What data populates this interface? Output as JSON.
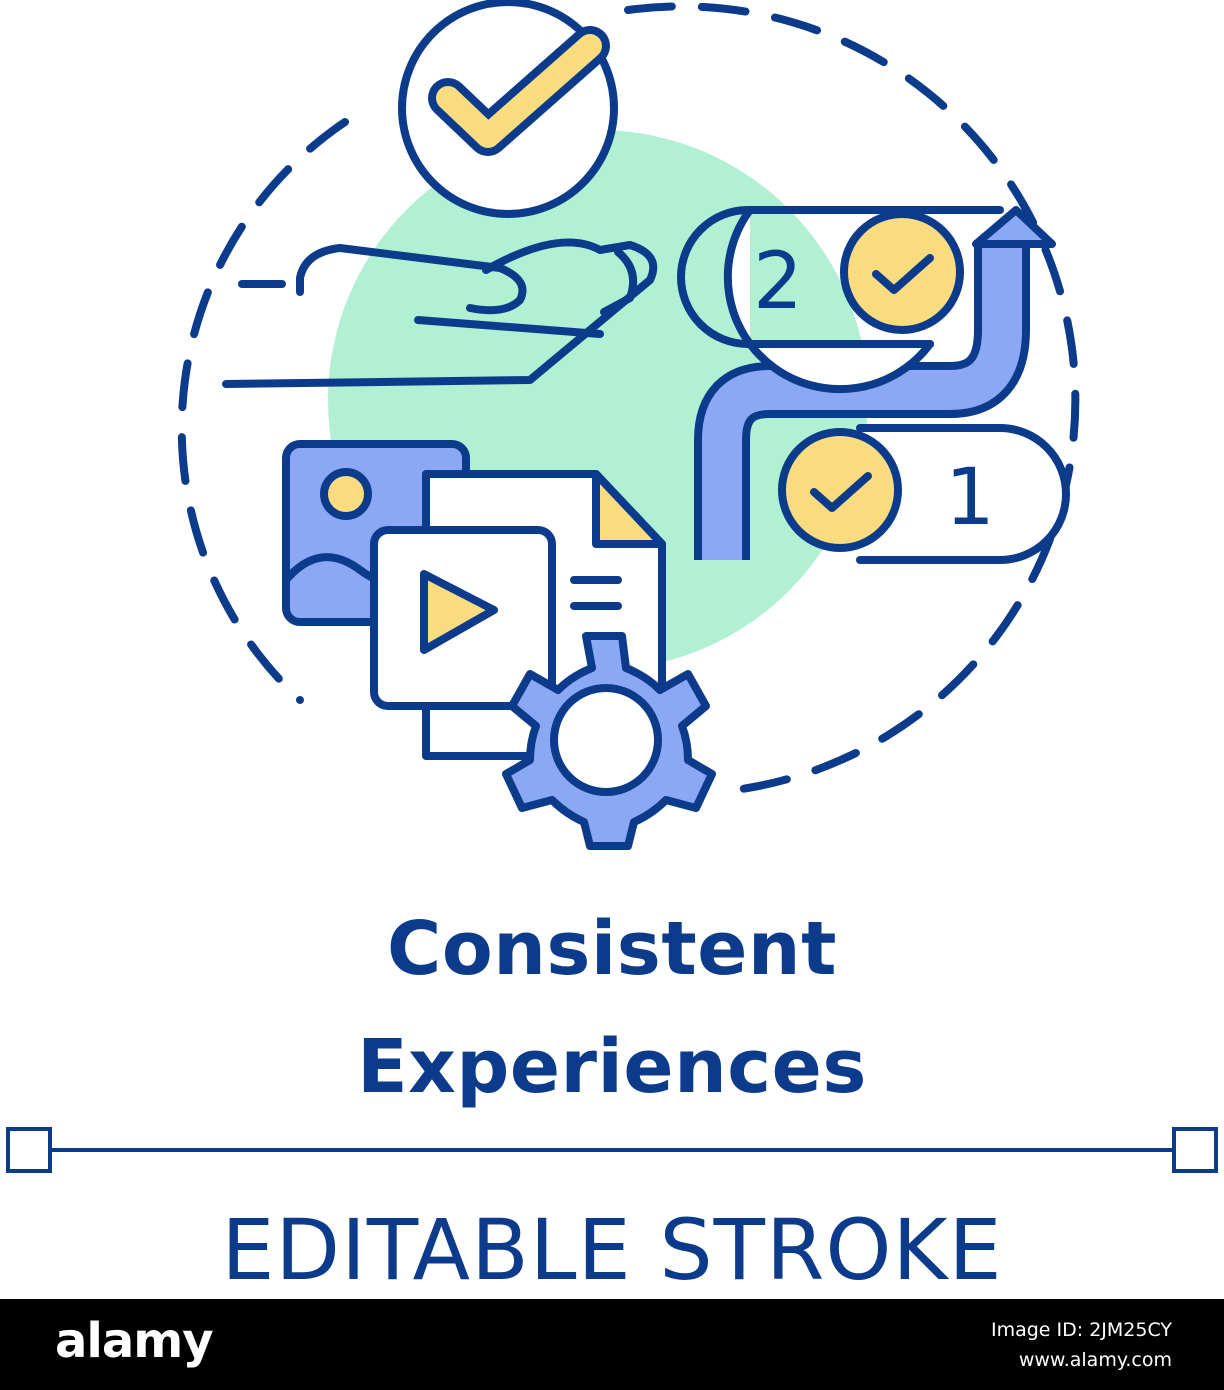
{
  "title": {
    "line1": "Consistent",
    "line2": "Experiences"
  },
  "stroke_label": "EDITABLE STROKE",
  "steps": {
    "step1": "1",
    "step2": "2"
  },
  "footer": {
    "brand": "alamy",
    "image_id": "Image ID: 2JM25CY",
    "url": "www.alamy.com"
  },
  "colors": {
    "outline": "#0d3b8c",
    "accent_yellow": "#f8dc7f",
    "accent_blue": "#8ba8f5",
    "accent_green": "#b2f0d4"
  },
  "icons": [
    "checkmark-circle-icon",
    "open-hand-icon",
    "image-file-icon",
    "document-icon",
    "video-file-icon",
    "gear-icon",
    "step-gear-check-icon",
    "rising-arrow-icon"
  ]
}
